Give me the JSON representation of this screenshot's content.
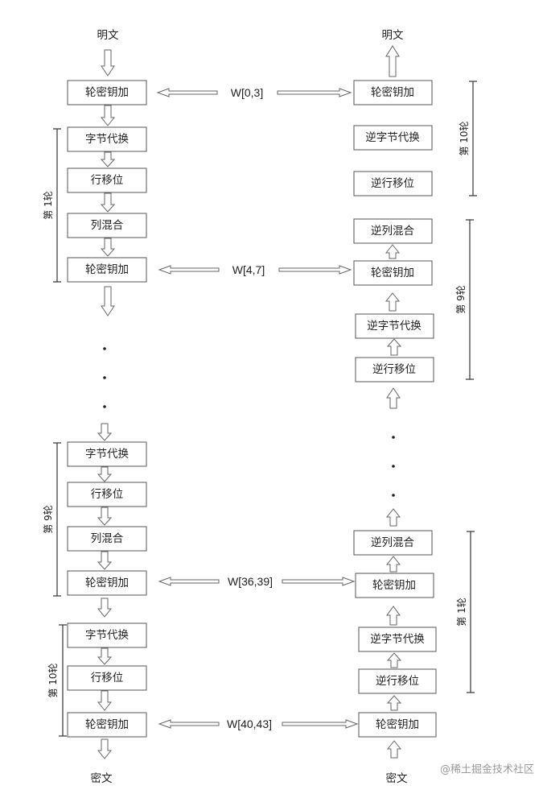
{
  "left": {
    "top_label": "明文",
    "bottom_label": "密文",
    "boxes": [
      "轮密钥加",
      "字节代换",
      "行移位",
      "列混合",
      "轮密钥加",
      "字节代换",
      "行移位",
      "列混合",
      "轮密钥加",
      "字节代换",
      "行移位",
      "轮密钥加"
    ],
    "rounds": [
      {
        "label": "第 1轮"
      },
      {
        "label": "第 9轮"
      },
      {
        "label": "第 10轮"
      }
    ]
  },
  "right": {
    "top_label": "明文",
    "bottom_label": "密文",
    "boxes": [
      "轮密钥加",
      "逆字节代换",
      "逆行移位",
      "逆列混合",
      "轮密钥加",
      "逆字节代换",
      "逆行移位",
      "逆列混合",
      "轮密钥加",
      "逆字节代换",
      "逆行移位",
      "轮密钥加"
    ],
    "rounds": [
      {
        "label": "第 10轮"
      },
      {
        "label": "第 9轮"
      },
      {
        "label": "第 1轮"
      }
    ]
  },
  "keys": [
    "W[0,3]",
    "W[4,7]",
    "W[36,39]",
    "W[40,43]"
  ],
  "watermark": "@稀土掘金技术社区"
}
